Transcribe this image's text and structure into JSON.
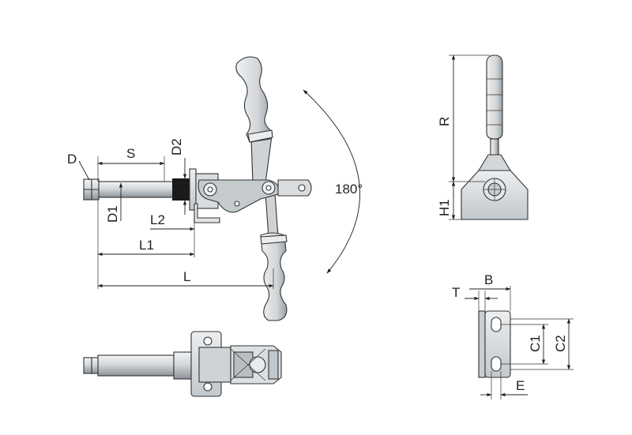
{
  "labels": {
    "D": "D",
    "S": "S",
    "D2": "D2",
    "D1": "D1",
    "L2": "L2",
    "L1": "L1",
    "L": "L",
    "angle": "180°",
    "R": "R",
    "H1": "H1",
    "T": "T",
    "B": "B",
    "C1": "C1",
    "C2": "C2",
    "E": "E"
  },
  "colors": {
    "metal_light": "#e6e8ea",
    "metal_mid": "#c8ccd0",
    "metal_dark": "#8e9499",
    "handle_grip": "#dcdfe2",
    "black_ring": "#1a1a1a",
    "line": "#222222"
  }
}
